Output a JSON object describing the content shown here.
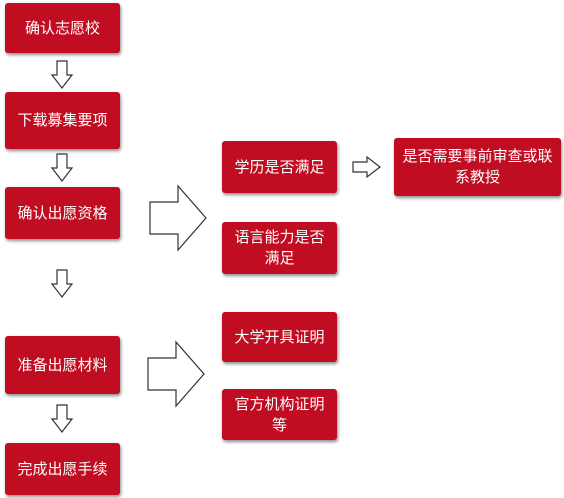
{
  "diagram": {
    "nodes": {
      "confirm_school": "确认志愿校",
      "download_requirements": "下载募集要项",
      "confirm_eligibility": "确认出愿资格",
      "prepare_materials": "准备出愿材料",
      "complete_application": "完成出愿手续",
      "education_check": "学历是否满足",
      "language_check": "语言能力是否满足",
      "university_certificate": "大学开具证明",
      "official_certificate": "官方机构证明等",
      "pre_review": "是否需要事前审查或联系教授"
    },
    "colors": {
      "box_fill": "#c00d21",
      "box_text": "#ffffff",
      "arrow_stroke": "#333333",
      "arrow_fill": "#ffffff"
    }
  }
}
